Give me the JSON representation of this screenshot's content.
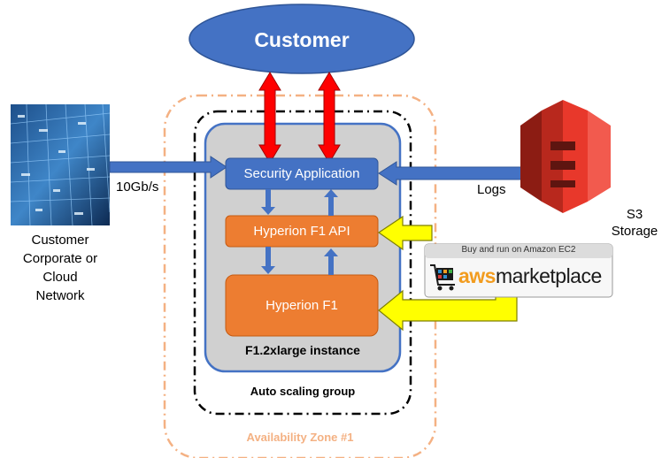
{
  "customer": {
    "label": "Customer",
    "fill": "#4472C4"
  },
  "network": {
    "label_lines": [
      "Customer",
      "Corporate or",
      "Cloud",
      "Network"
    ],
    "link_speed": "10Gb/s"
  },
  "storage": {
    "label_lines": [
      "S3",
      "Storage"
    ],
    "logs_label": "Logs",
    "icon": "s3-bucket-icon",
    "fill": "#E8382B"
  },
  "security_application": {
    "label": "Security Application",
    "fill": "#4472C4"
  },
  "hyperion_api": {
    "label": "Hyperion F1 API",
    "fill": "#ED7D31"
  },
  "hyperion_f1": {
    "label": "Hyperion F1",
    "fill": "#ED7D31"
  },
  "instance": {
    "label": "F1.2xlarge instance",
    "fill": "#D0D0D0",
    "border": "#4472C4"
  },
  "auto_scaling_group": {
    "label": "Auto scaling group"
  },
  "availability_zone": {
    "label": "Availability Zone #1",
    "color": "#F4B183"
  },
  "marketplace": {
    "tagline": "Buy and run on Amazon EC2",
    "brand_prefix": "aws",
    "brand_suffix": "marketplace",
    "icon": "shopping-cart-icon"
  },
  "colors": {
    "red_arrow": "#FF0000",
    "yellow_arrow": "#FFFF00",
    "blue_arrow": "#4472C4"
  }
}
